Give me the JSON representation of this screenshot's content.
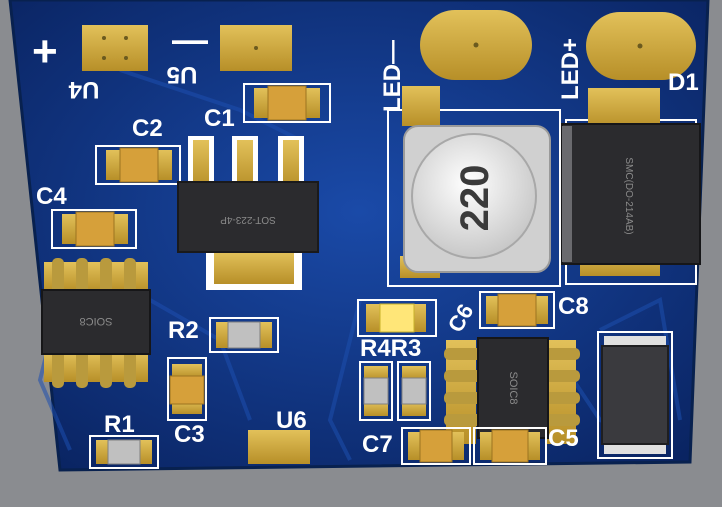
{
  "colors": {
    "background": "#8a8c90",
    "board": "#0d2f78",
    "board_edge": "#08214f",
    "copper": "#c9a43a",
    "silkscreen": "#ffffff",
    "ic_body": "#2b2b2e",
    "cap_body": "#d6a03a"
  },
  "silkscreen": {
    "plus": "+",
    "minus": "—",
    "u4": "U4",
    "u5": "U5",
    "c1": "C1",
    "c2": "C2",
    "c4": "C4",
    "r2": "R2",
    "c3": "C3",
    "r1": "R1",
    "u6": "U6",
    "led_minus": "LED—",
    "led_plus": "LED+",
    "d1": "D1",
    "c6": "C6",
    "c8": "C8",
    "r4r3": "R4R3",
    "c7": "C7",
    "c5": "C5"
  },
  "components": {
    "inductor_value": "220",
    "regulator_marking": "SOT-223-4P",
    "soic_left_marking": "SOIC8",
    "soic_right_marking": "SOIC8",
    "diode_marking": "SMC(DO-214AB)"
  }
}
